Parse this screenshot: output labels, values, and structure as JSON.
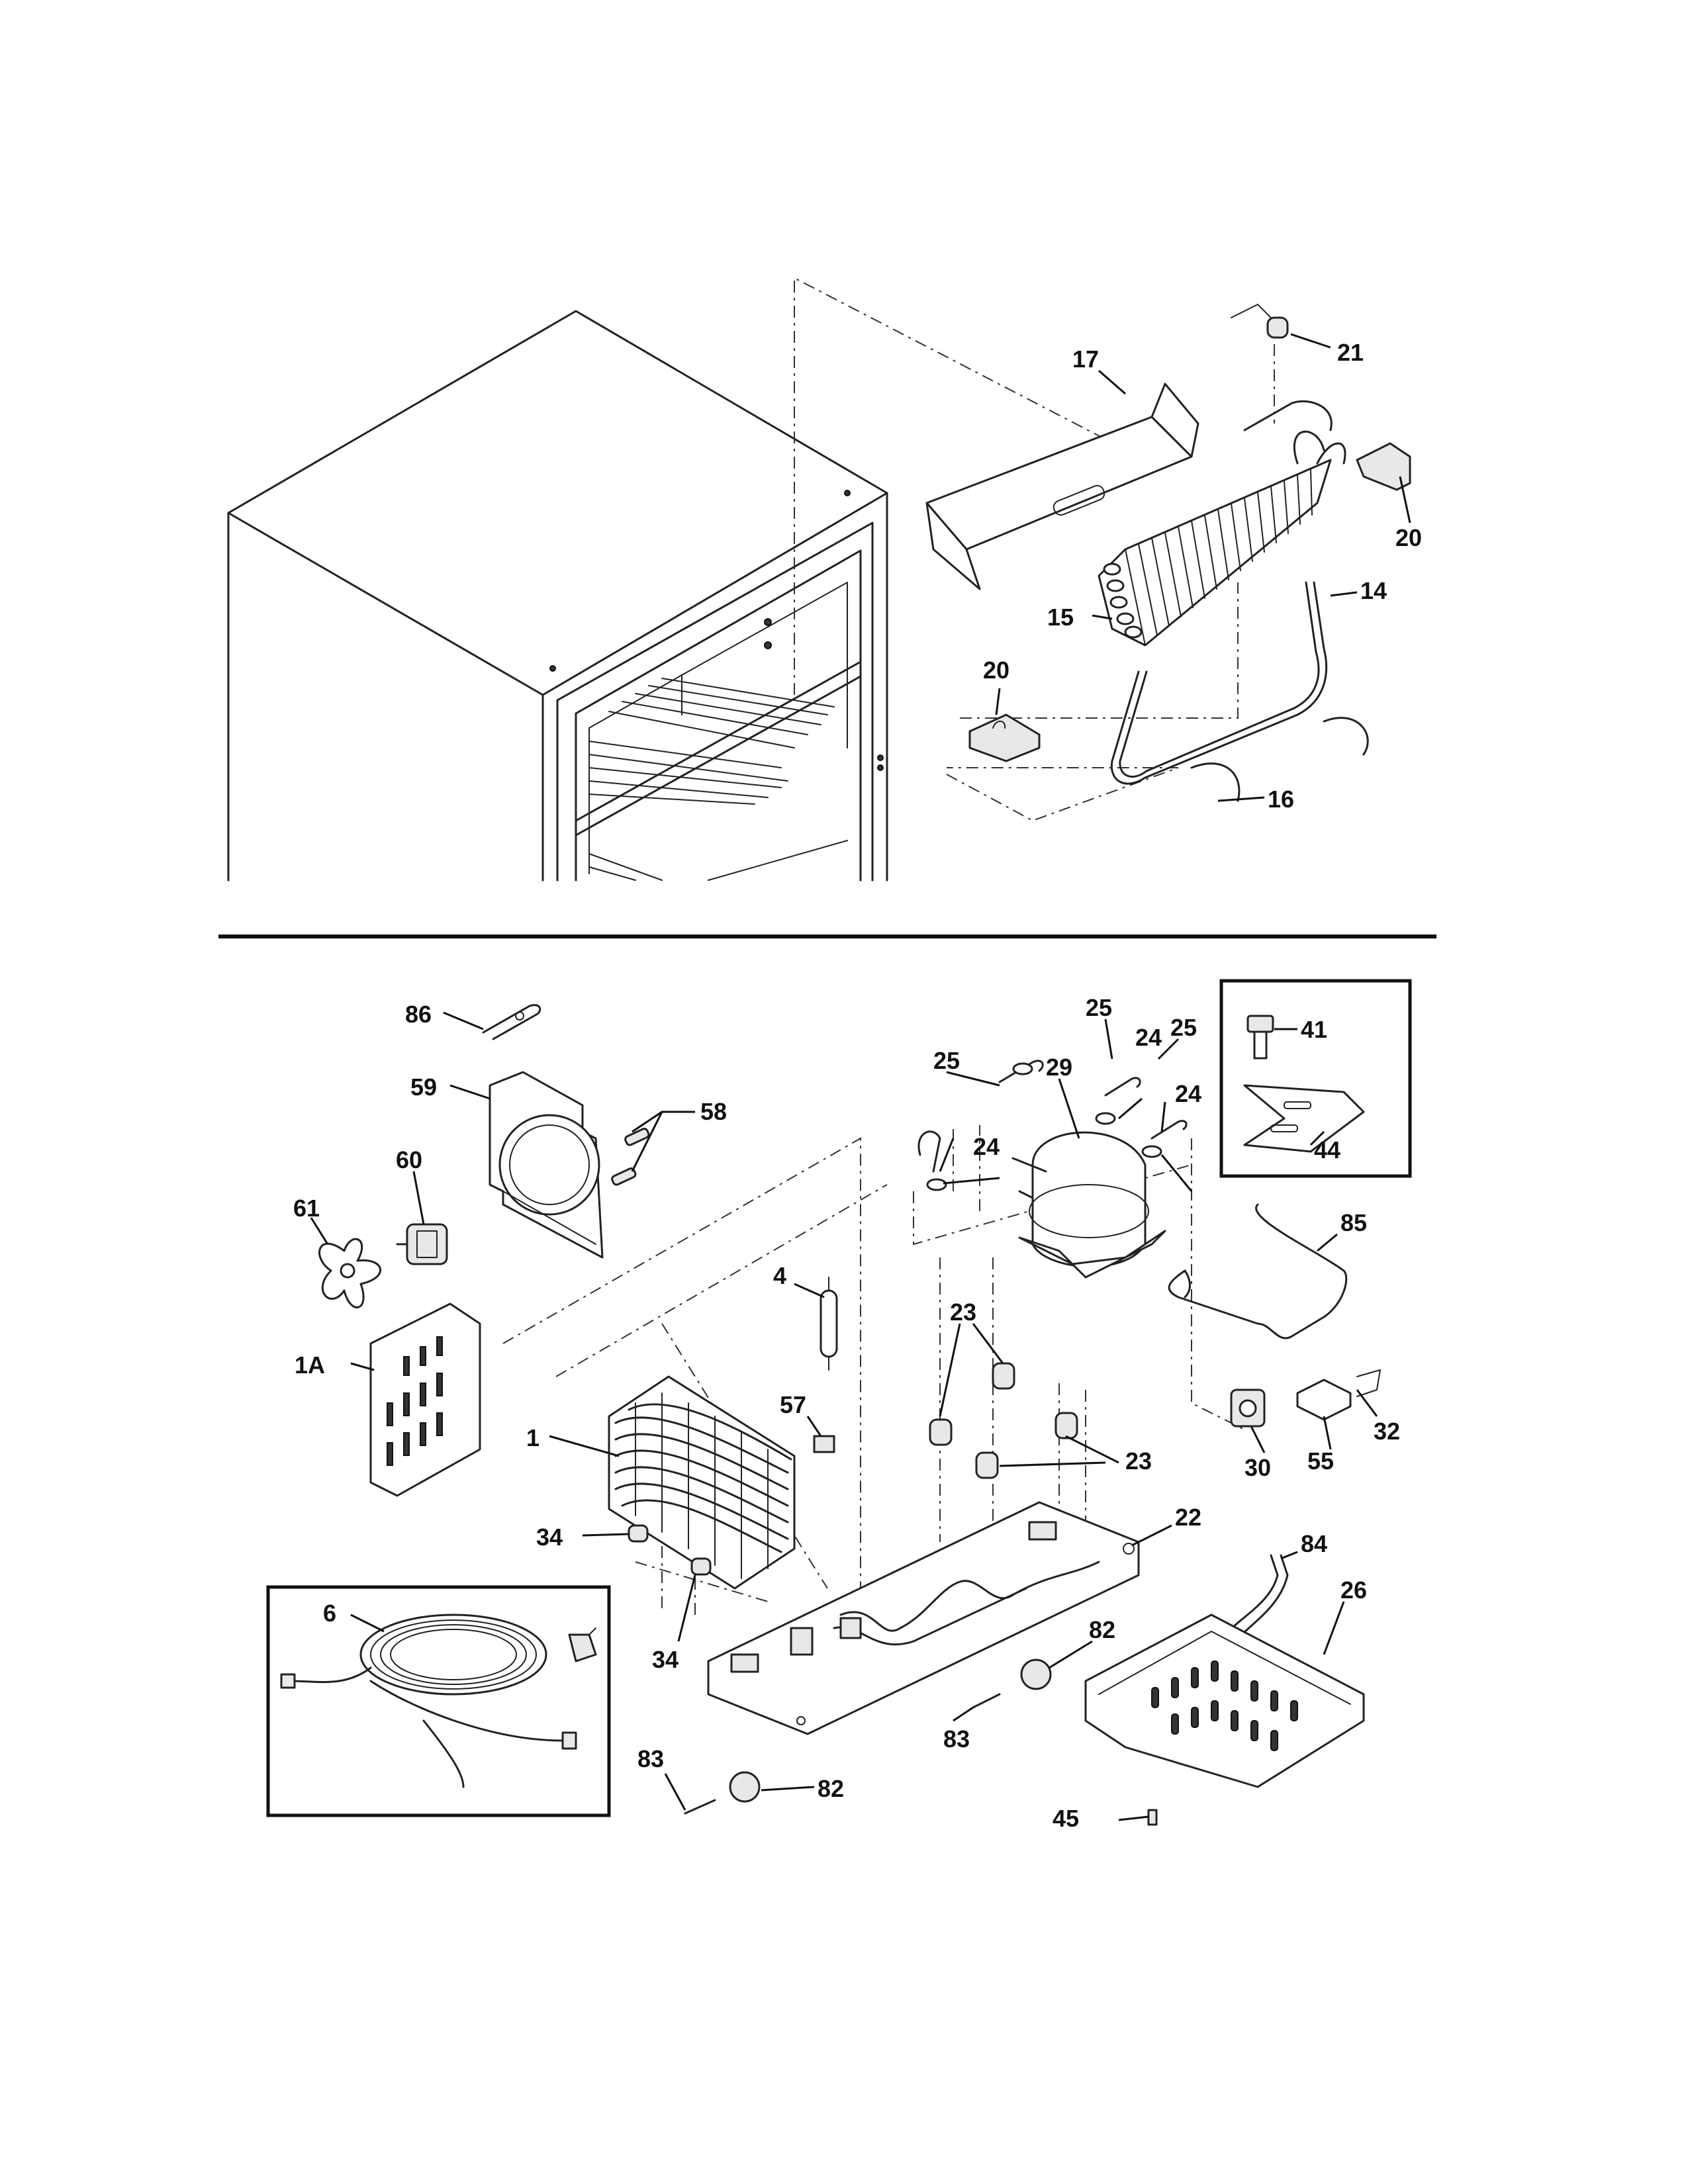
{
  "callouts": {
    "c17": "17",
    "c21": "21",
    "c20a": "20",
    "c15": "15",
    "c14": "14",
    "c20b": "20",
    "c16": "16",
    "c86": "86",
    "c59": "59",
    "c58": "58",
    "c60": "60",
    "c61": "61",
    "c1A": "1A",
    "c4": "4",
    "c57": "57",
    "c1": "1",
    "c34a": "34",
    "c34b": "34",
    "c6": "6",
    "c25a": "25",
    "c25b": "25",
    "c25c": "25",
    "c24a": "24",
    "c24b": "24",
    "c24c": "24",
    "c29": "29",
    "c41": "41",
    "c44": "44",
    "c85": "85",
    "c23a": "23",
    "c23b": "23",
    "c32": "32",
    "c55": "55",
    "c30": "30",
    "c22": "22",
    "c84": "84",
    "c26": "26",
    "c82a": "82",
    "c82b": "82",
    "c83a": "83",
    "c83b": "83",
    "c45": "45"
  }
}
